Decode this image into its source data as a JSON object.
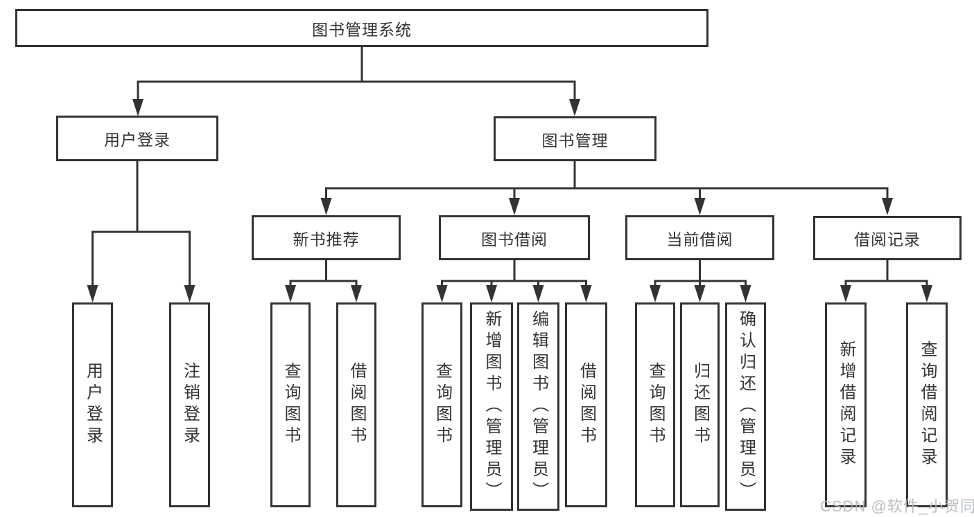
{
  "diagram_type": "hierarchy-tree",
  "colors": {
    "line": "#333333",
    "text": "#333333",
    "box_background": "#ffffff",
    "watermark": "#b2b7bc"
  },
  "watermark": "CSDN @软件_小贺同学",
  "tree": {
    "label": "图书管理系统",
    "children": [
      {
        "label": "用户登录",
        "children": [
          {
            "label": "用户登录"
          },
          {
            "label": "注销登录"
          }
        ]
      },
      {
        "label": "图书管理",
        "children": [
          {
            "label": "新书推荐",
            "children": [
              {
                "label": "查询图书"
              },
              {
                "label": "借阅图书"
              }
            ]
          },
          {
            "label": "图书借阅",
            "children": [
              {
                "label": "查询图书"
              },
              {
                "label": "新增图书（管理员）"
              },
              {
                "label": "编辑图书（管理员）"
              },
              {
                "label": "借阅图书"
              }
            ]
          },
          {
            "label": "当前借阅",
            "children": [
              {
                "label": "查询图书"
              },
              {
                "label": "归还图书"
              },
              {
                "label": "确认归还（管理员）"
              }
            ]
          },
          {
            "label": "借阅记录",
            "children": [
              {
                "label": "新增借阅记录"
              },
              {
                "label": "查询借阅记录"
              }
            ]
          }
        ]
      }
    ]
  }
}
